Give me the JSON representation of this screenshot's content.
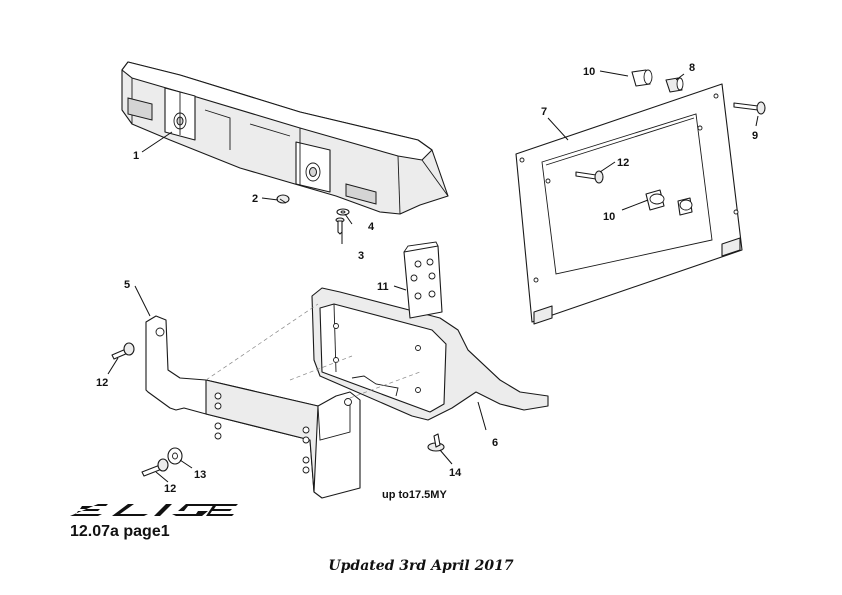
{
  "callouts": {
    "c1": "1",
    "c2": "2",
    "c3": "3",
    "c4": "4",
    "c5": "5",
    "c6": "6",
    "c7": "7",
    "c8": "8",
    "c9": "9",
    "c10a": "10",
    "c10b": "10",
    "c11": "11",
    "c12a": "12",
    "c12b": "12",
    "c12c": "12",
    "c13": "13",
    "c14": "14"
  },
  "model_note": "up to17.5MY",
  "brand_logo": "ELISE",
  "page_reference": "12.07a page1",
  "updated_note": "Updated 3rd April 2017"
}
